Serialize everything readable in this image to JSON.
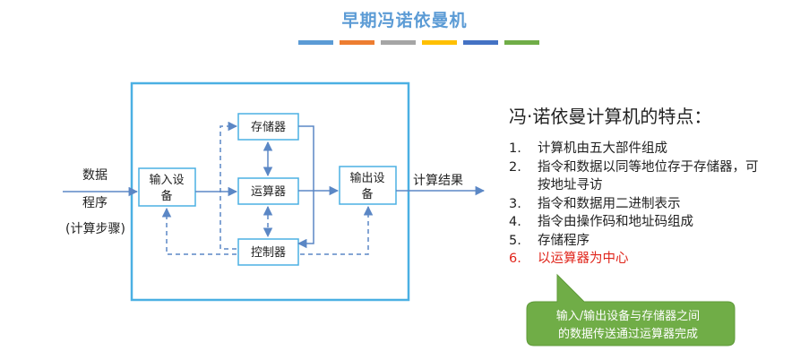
{
  "title": "早期冯诺依曼机",
  "title_bar_colors": [
    "#5b9bd5",
    "#ed7d31",
    "#a5a5a5",
    "#ffc000",
    "#4472c4",
    "#70ad47"
  ],
  "diagram": {
    "inputs": {
      "data": "数据",
      "program": "程序",
      "program_steps": "(计算步骤)"
    },
    "input_device": {
      "line1": "输入设",
      "line2": "备"
    },
    "memory": "存储器",
    "alu": "运算器",
    "controller": "控制器",
    "output_device": {
      "line1": "输出设",
      "line2": "备"
    },
    "result": "计算结果",
    "colors": {
      "box_border": "#4bb0e3",
      "arrow": "#5b87c5"
    }
  },
  "features": {
    "title": "冯·诺依曼计算机的特点：",
    "items": [
      {
        "num": "1.",
        "text": "计算机由五大部件组成"
      },
      {
        "num": "2.",
        "text": "指令和数据以同等地位存于存储器，可按地址寻访"
      },
      {
        "num": "3.",
        "text": "指令和数据用二进制表示"
      },
      {
        "num": "4.",
        "text": "指令由操作码和地址码组成"
      },
      {
        "num": "5.",
        "text": "存储程序"
      },
      {
        "num": "6.",
        "text": "以运算器为中心",
        "highlight": true
      }
    ],
    "highlight_color": "#e0251b"
  },
  "callout": {
    "line1": "输入/输出设备与存储器之间",
    "line2": "的数据传送通过运算器完成",
    "fill": "#70ad47"
  }
}
